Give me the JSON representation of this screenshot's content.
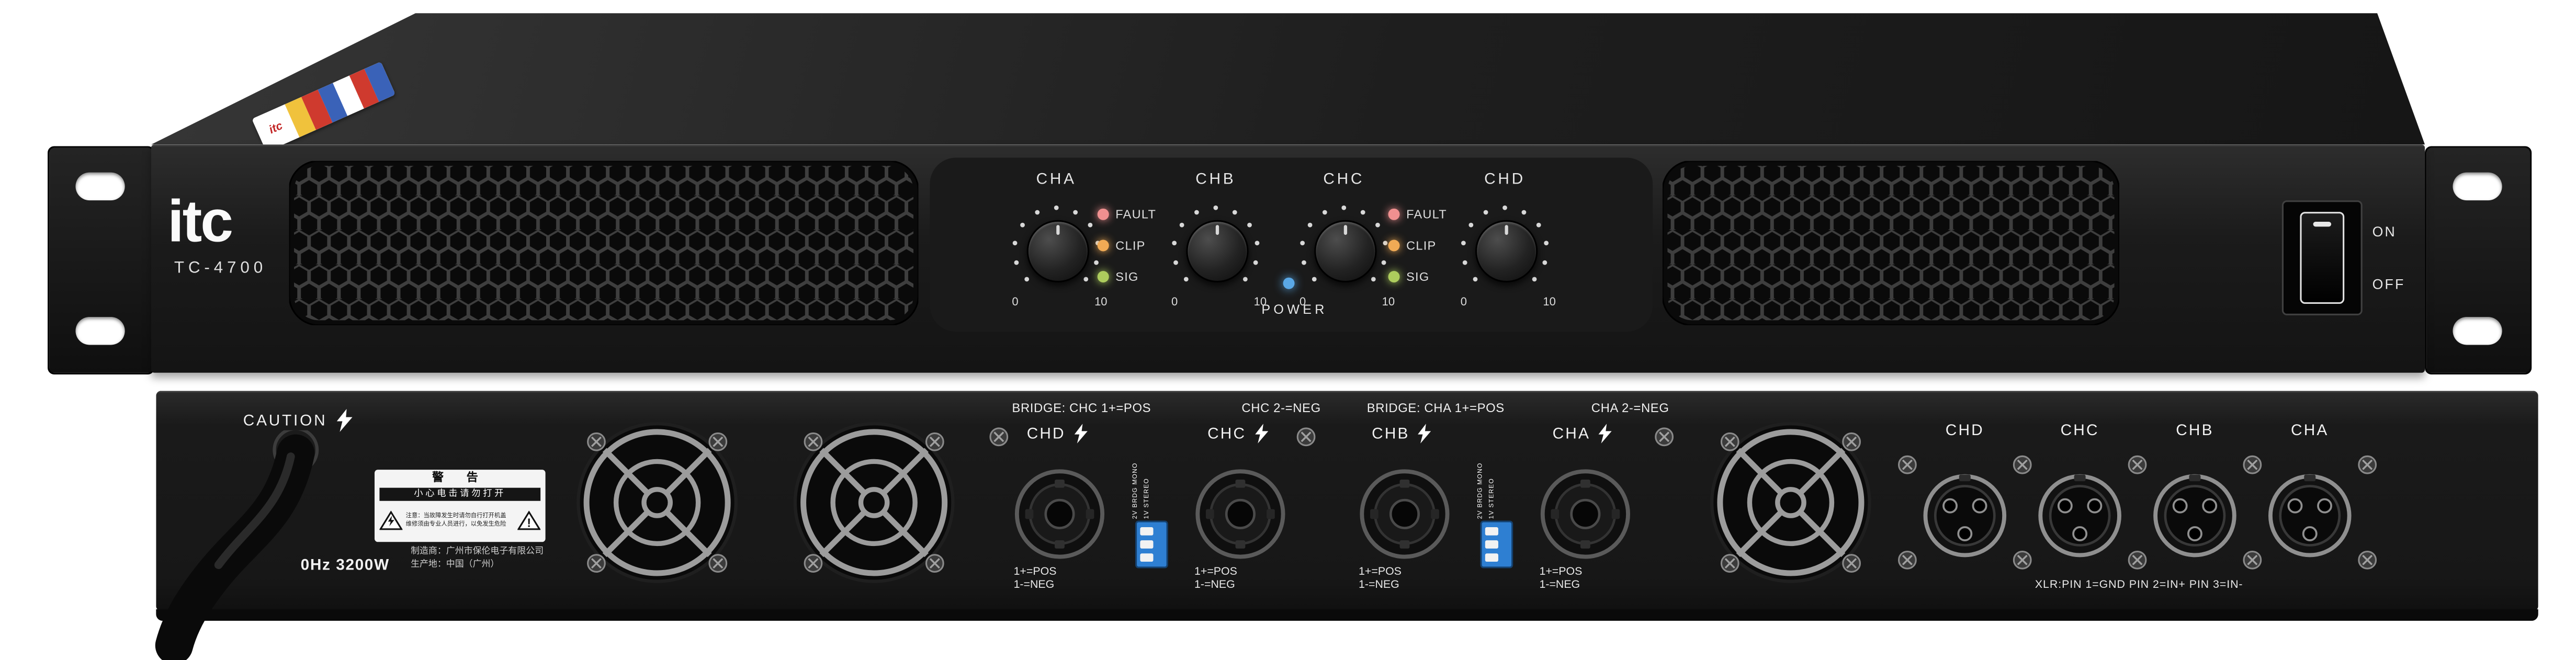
{
  "product": {
    "brand": "itc",
    "model": "TC-4700"
  },
  "front": {
    "channels": [
      "CHA",
      "CHB",
      "CHC",
      "CHD"
    ],
    "knob_scale_min": "0",
    "knob_scale_max": "10",
    "led_labels": [
      "FAULT",
      "CLIP",
      "SIG"
    ],
    "led_colors": {
      "FAULT": "#f09090",
      "CLIP": "#f0aa55",
      "SIG": "#adcc5d"
    },
    "power_label": "POWER",
    "power_led_color": "#5aa8e6",
    "switch_on": "ON",
    "switch_off": "OFF"
  },
  "rear": {
    "caution": "CAUTION",
    "power_rating": "0Hz 3200W",
    "manufacturer_line1": "制造商：广州市保伦电子有限公司",
    "manufacturer_line2": "生产地：中国（广州）",
    "warning": {
      "title": "警 告",
      "subtitle": "小心电击请勿打开",
      "note_line1": "注意：当故障发生时请勿自行打开机盖",
      "note_line2": "维修须由专业人员进行，以免发生危险"
    },
    "bridge_labels": [
      {
        "left": "BRIDGE: CHC 1+=POS",
        "right": "CHC 2-=NEG"
      },
      {
        "left": "BRIDGE: CHA 1+=POS",
        "right": "CHA 2-=NEG"
      }
    ],
    "speaker_outputs": [
      {
        "channel": "CHD",
        "pos": "1+=POS",
        "neg": "1-=NEG"
      },
      {
        "channel": "CHC",
        "pos": "1+=POS",
        "neg": "1-=NEG"
      },
      {
        "channel": "CHB",
        "pos": "1+=POS",
        "neg": "1-=NEG"
      },
      {
        "channel": "CHA",
        "pos": "1+=POS",
        "neg": "1-=NEG"
      }
    ],
    "dip_labels": {
      "col_left": "2V BRDG MONO",
      "col_right": "1V STEREO"
    },
    "xlr_inputs": [
      "CHD",
      "CHC",
      "CHB",
      "CHA"
    ],
    "xlr_note": "XLR:PIN 1=GND PIN 2=IN+ PIN 3=IN-"
  }
}
